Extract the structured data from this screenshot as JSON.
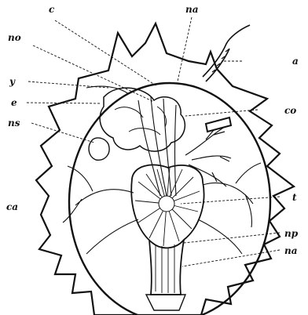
{
  "figure": {
    "labels": {
      "c": "c",
      "na_top": "na",
      "no": "no",
      "y": "y",
      "e": "e",
      "ns": "ns",
      "ca": "ca",
      "a": "a",
      "co": "co",
      "t": "t",
      "np": "np",
      "na_right": "na"
    }
  }
}
